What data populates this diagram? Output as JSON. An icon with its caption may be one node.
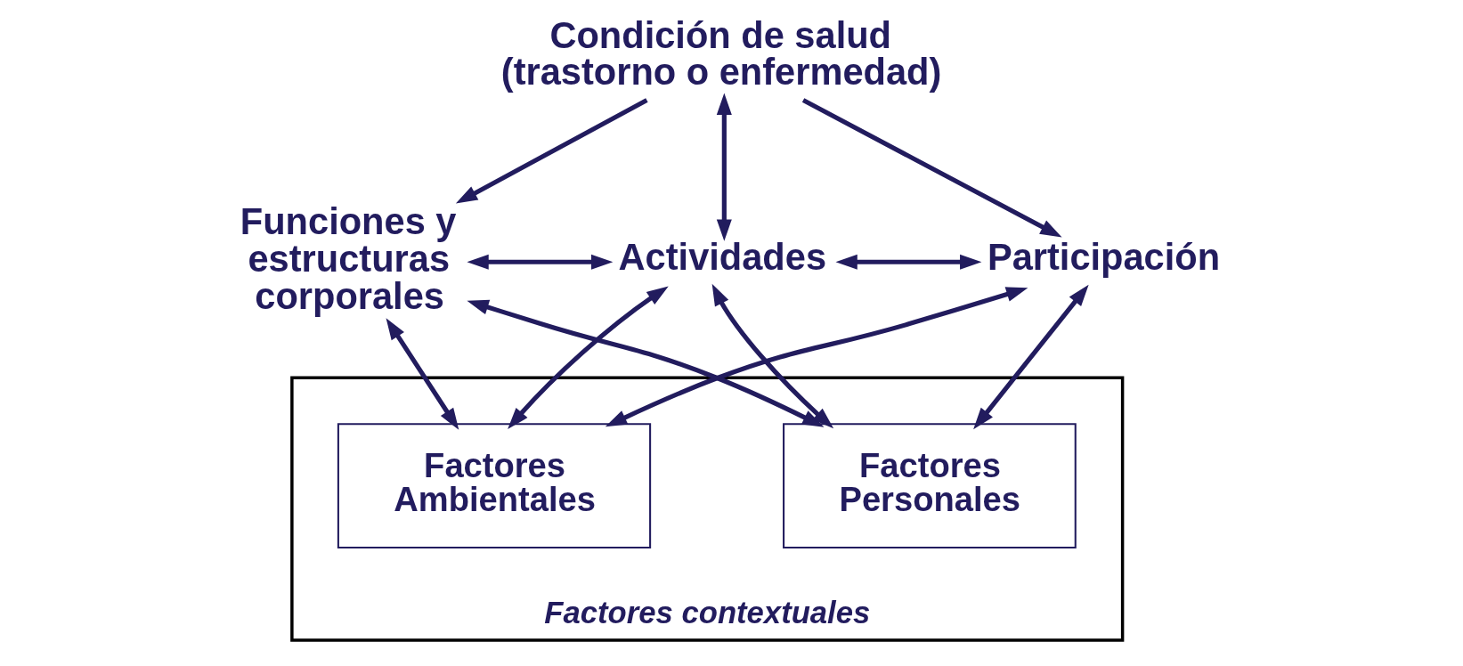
{
  "diagram": {
    "nodes": [
      {
        "text": [
          "Condición de salud (trastorno o enfermedad)"
        ]
      },
      {
        "text": [
          "Funciones y estructuras corporales"
        ]
      },
      {
        "text": [
          "Actividades"
        ]
      },
      {
        "text": [
          "Participación"
        ]
      },
      {
        "text": [
          "Factores contextuales"
        ]
      },
      {
        "text": [
          "Factores Ambientales"
        ],
        "in": 4
      },
      {
        "text": [
          "Factores Personales"
        ],
        "in": 4
      }
    ],
    "edges": [
      {
        "from": 0,
        "to": 2,
        "arrow": "both"
      },
      {
        "from": 0,
        "to": 1,
        "arrow": "to"
      },
      {
        "from": 0,
        "to": 3,
        "arrow": "to"
      },
      {
        "from": 1,
        "to": 2,
        "arrow": "both"
      },
      {
        "from": 2,
        "to": 3,
        "arrow": "both"
      },
      {
        "from": 5,
        "to": 1,
        "arrow": "both"
      },
      {
        "from": 5,
        "to": 2,
        "arrow": "both"
      },
      {
        "from": 5,
        "to": 3,
        "arrow": "both"
      },
      {
        "from": 6,
        "to": 1,
        "arrow": "both"
      },
      {
        "from": 6,
        "to": 2,
        "arrow": "both"
      },
      {
        "from": 6,
        "to": 3,
        "arrow": "both"
      }
    ]
  }
}
